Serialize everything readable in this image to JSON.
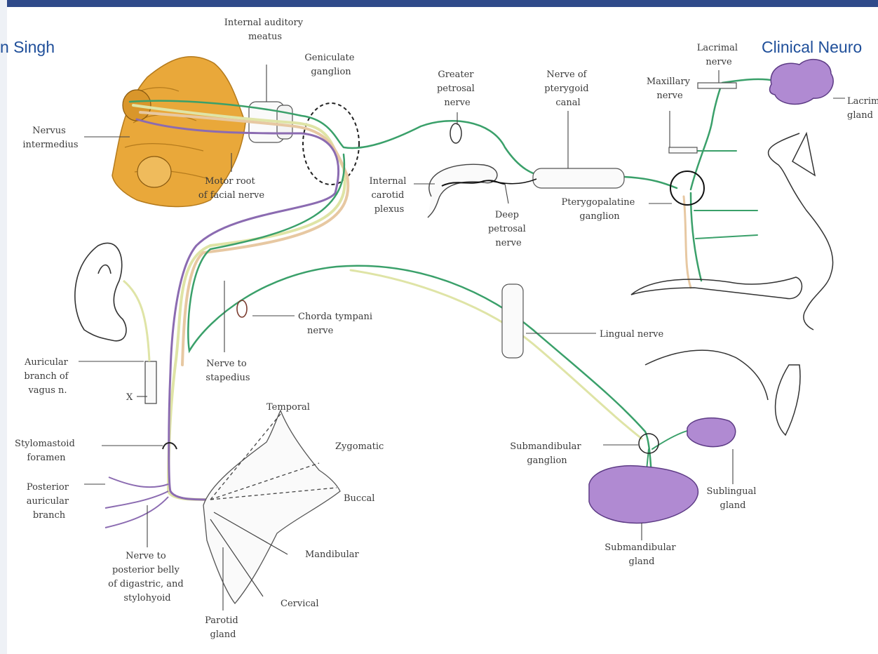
{
  "header": {
    "left_text": "n Singh",
    "right_text": "Clinical Neuro"
  },
  "colors": {
    "motor": "#8b6bb1",
    "parasympathetic": "#3aa06a",
    "sensory_taste": "#e7c8a2",
    "general_sensory": "#dfe4a6",
    "bone": "#e9a83a"
  },
  "labels": {
    "internal_auditory_meatus": [
      "Internal auditory",
      "meatus"
    ],
    "geniculate_ganglion": [
      "Geniculate",
      "ganglion"
    ],
    "greater_petrosal_nerve": [
      "Greater",
      "petrosal",
      "nerve"
    ],
    "nerve_of_pterygoid_canal": [
      "Nerve of",
      "pterygoid",
      "canal"
    ],
    "maxillary_nerve": [
      "Maxillary",
      "nerve"
    ],
    "lacrimal_nerve": [
      "Lacrimal",
      "nerve"
    ],
    "lacrimal_gland": [
      "Lacrimal",
      "gland"
    ],
    "nervus_intermedius": [
      "Nervus",
      "intermedius"
    ],
    "motor_root": [
      "Motor root",
      "of facial nerve"
    ],
    "internal_carotid_plexus": [
      "Internal",
      "carotid",
      "plexus"
    ],
    "deep_petrosal_nerve": [
      "Deep",
      "petrosal",
      "nerve"
    ],
    "pterygopalatine_ganglion": [
      "Pterygopalatine",
      "ganglion"
    ],
    "chorda_tympani": [
      "Chorda tympani",
      "nerve"
    ],
    "lingual_nerve": [
      "Lingual nerve"
    ],
    "auricular_branch": [
      "Auricular",
      "branch of",
      "vagus n."
    ],
    "x_label": "X",
    "nerve_to_stapedius": [
      "Nerve to",
      "stapedius"
    ],
    "temporal": "Temporal",
    "zygomatic": "Zygomatic",
    "buccal": "Buccal",
    "mandibular": "Mandibular",
    "cervical": "Cervical",
    "stylomastoid_foramen": [
      "Stylomastoid",
      "foramen"
    ],
    "posterior_auricular_branch": [
      "Posterior",
      "auricular",
      "branch"
    ],
    "nerve_to_posterior_belly": [
      "Nerve to",
      "posterior belly",
      "of digastric, and",
      "stylohyoid"
    ],
    "parotid_gland": [
      "Parotid",
      "gland"
    ],
    "submandibular_ganglion": [
      "Submandibular",
      "ganglion"
    ],
    "sublingual_gland": [
      "Sublingual",
      "gland"
    ],
    "submandibular_gland": [
      "Submandibular",
      "gland"
    ]
  }
}
